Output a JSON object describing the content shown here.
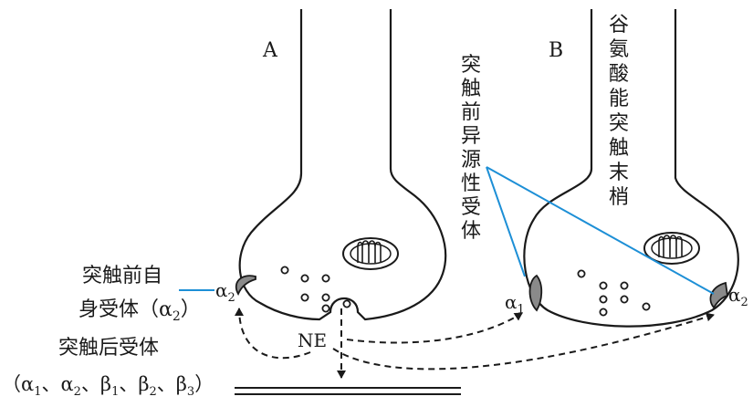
{
  "labels": {
    "terminal_a": "A",
    "terminal_b": "B",
    "glutamatergic_terminal": [
      "谷",
      "氨",
      "酸",
      "能",
      "突",
      "触",
      "末",
      "梢"
    ],
    "presynaptic_hetero_receptor": [
      "突",
      "触",
      "前",
      "异",
      "源",
      "性",
      "受",
      "体"
    ],
    "presynaptic_auto_receptor_line1": "突触前自",
    "presynaptic_auto_receptor_line2_prefix": "身受体（α",
    "presynaptic_auto_receptor_line2_sub": "2",
    "presynaptic_auto_receptor_line2_suffix": "）",
    "postsynaptic_receptor_line1": "突触后受体",
    "postsynaptic_receptor_line2": [
      {
        "t": "（α"
      },
      {
        "s": "1"
      },
      {
        "t": "、α"
      },
      {
        "s": "2"
      },
      {
        "t": "、β"
      },
      {
        "s": "1"
      },
      {
        "t": "、β"
      },
      {
        "s": "2"
      },
      {
        "t": "、β"
      },
      {
        "s": "3"
      },
      {
        "t": "）"
      }
    ],
    "transmitter": "NE",
    "receptor_a_greek": "α",
    "receptor_a_sub": "2",
    "receptor_b1_greek": "α",
    "receptor_b1_sub": "1",
    "receptor_b2_greek": "α",
    "receptor_b2_sub": "2"
  },
  "colors": {
    "outline": "#1a1a1a",
    "leader_line": "#1d8fd6"
  },
  "icons": {
    "mitochondrion": "mitochondrion-icon",
    "receptor": "receptor-icon",
    "vesicle": "vesicle-icon"
  }
}
